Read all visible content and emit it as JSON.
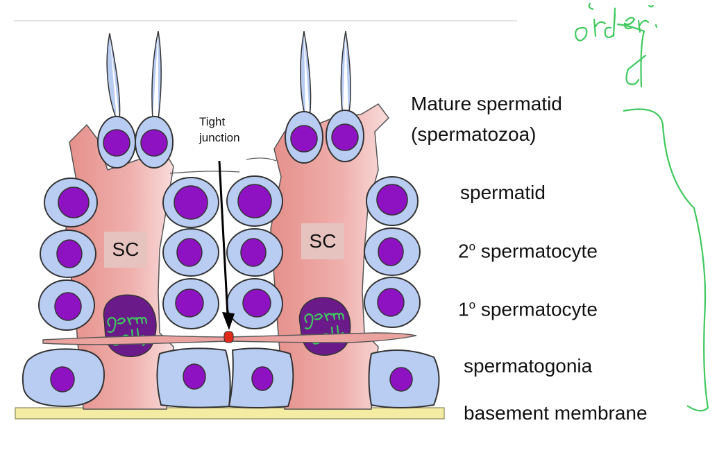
{
  "labels": {
    "tight_junction_line1": "Tight",
    "tight_junction_line2": "junction",
    "sertoli_left": "SC",
    "sertoli_right": "SC",
    "mature_line1": "Mature spermatid",
    "mature_line2": "(spermatozoa)",
    "spermatid": "spermatid",
    "secondary_num": "2",
    "secondary_sup": "o",
    "secondary_text": " spermatocyte",
    "primary_num": "1",
    "primary_sup": "o",
    "primary_text": " spermatocyte",
    "spermatogonia": "spermatogonia",
    "basement_membrane": "basement membrane"
  },
  "annotations": {
    "handwritten_top": "order.",
    "germ_cells_left": "germ cells",
    "germ_cells_right": "germ cells"
  },
  "colors": {
    "cell_fill": "#b9cdf3",
    "nucleus_fill": "#8e12c2",
    "sertoli_fill": "#eba3a0",
    "membrane_fill": "#f4eca3",
    "germ_cell_fill": "#6b1a8a",
    "handwriting": "#3ec95e",
    "junction": "#e02a1a"
  }
}
